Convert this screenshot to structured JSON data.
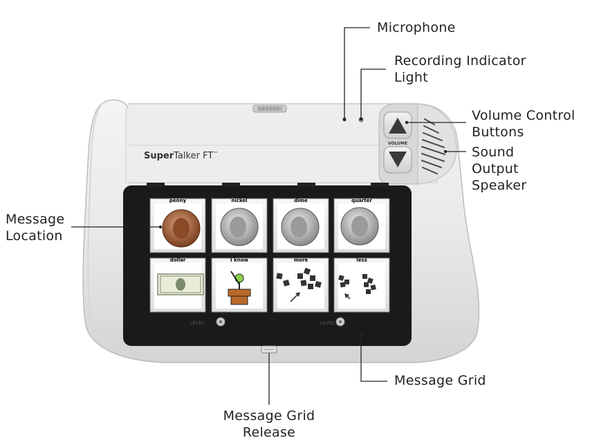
{
  "device": {
    "brand_bold": "Super",
    "brand_light": "Talker FT",
    "trademark": "™",
    "volume_label": "VOLUME",
    "level_left": "LEVEL",
    "level_right": "LEVEL"
  },
  "cells": [
    {
      "label": "penny",
      "icon": "penny-coin-icon"
    },
    {
      "label": "nickel",
      "icon": "nickel-coin-icon"
    },
    {
      "label": "dime",
      "icon": "dime-coin-icon"
    },
    {
      "label": "quarter",
      "icon": "quarter-coin-icon"
    },
    {
      "label": "dollar",
      "icon": "dollar-bill-icon"
    },
    {
      "label": "I know",
      "icon": "raised-hand-student-icon"
    },
    {
      "label": "more",
      "icon": "more-squares-icon"
    },
    {
      "label": "less",
      "icon": "less-squares-icon"
    }
  ],
  "callouts": {
    "microphone": "Microphone",
    "recording_1": "Recording Indicator",
    "recording_2": "Light",
    "volume_1": "Volume Control",
    "volume_2": "Buttons",
    "speaker_1": "Sound",
    "speaker_2": "Output",
    "speaker_3": "Speaker",
    "location_1": "Message",
    "location_2": "Location",
    "grid": "Message Grid",
    "release_1": "Message Grid",
    "release_2": "Release"
  }
}
